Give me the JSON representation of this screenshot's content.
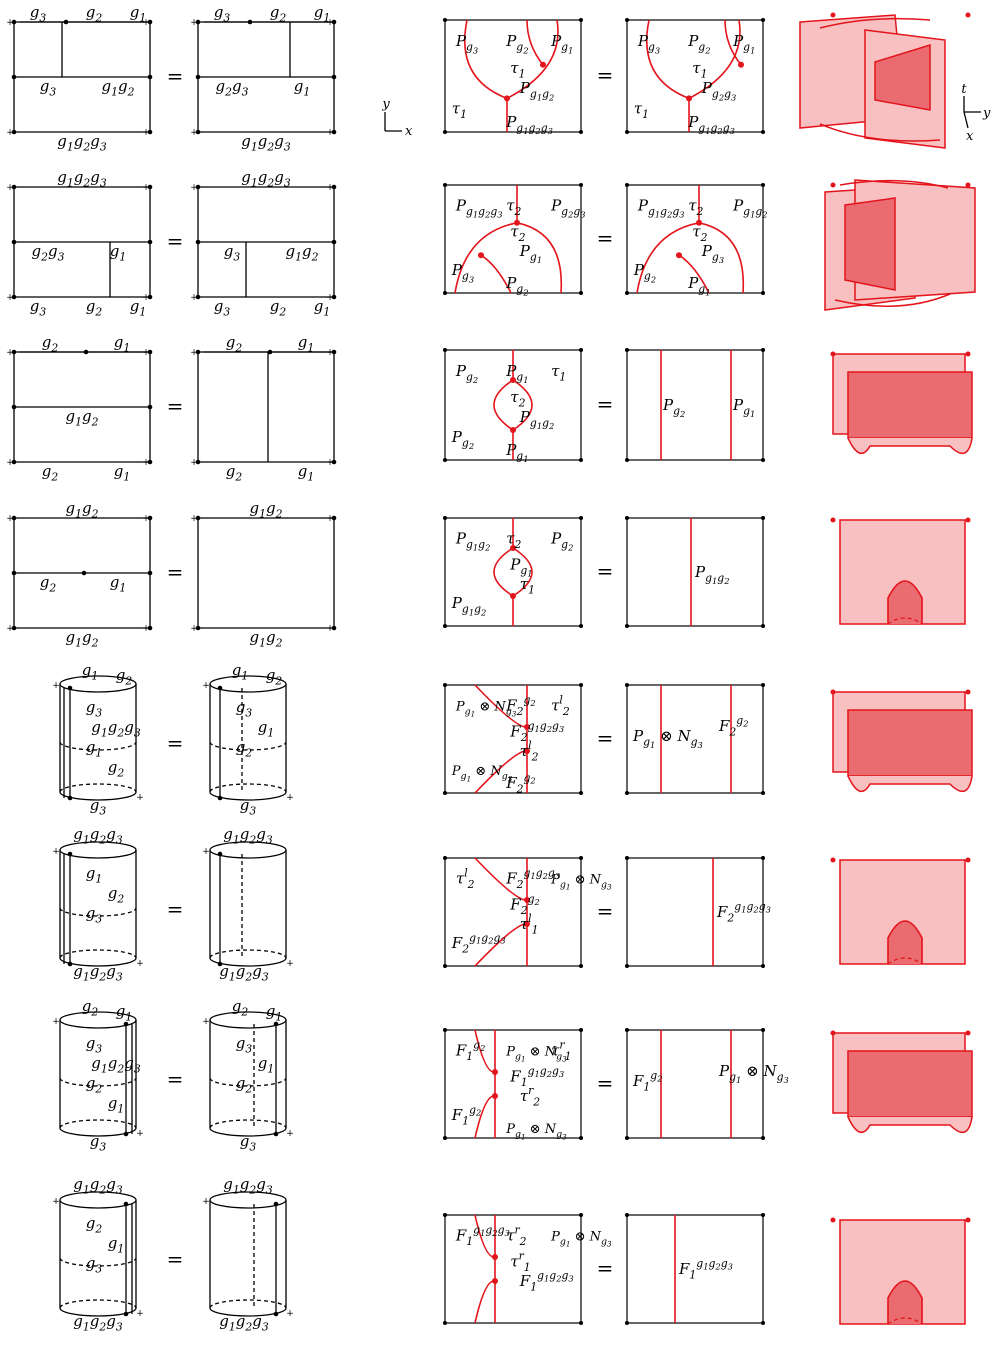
{
  "axes": {
    "xy": {
      "v": "y",
      "h": "x"
    },
    "tyx": {
      "v": "t",
      "h": "y",
      "d": "x"
    }
  },
  "rows": [
    {
      "name": "F-move",
      "algebraic": {
        "left": {
          "top": [
            "g3",
            "g2",
            "g1"
          ],
          "mid": [
            "g3",
            "g1g2"
          ],
          "bottom": "g1g2g3"
        },
        "right": {
          "top": [
            "g3",
            "g2",
            "g1"
          ],
          "mid": [
            "g2g3",
            "g1"
          ],
          "bottom": "g1g2g3"
        }
      },
      "graphical": {
        "left": {
          "labels": [
            "Pg3",
            "Pg2",
            "Pg1",
            "τ1",
            "Pg1g2",
            "τ1",
            "Pg1g2g3"
          ]
        },
        "right": {
          "labels": [
            "Pg3",
            "Pg2",
            "Pg1",
            "τ1",
            "Pg2g3",
            "τ1",
            "Pg1g2g3"
          ]
        }
      }
    },
    {
      "name": "F-move-inverse",
      "algebraic": {
        "left": {
          "top": "g1g2g3",
          "mid": [
            "g2g3",
            "g1"
          ],
          "bottom": [
            "g3",
            "g2",
            "g1"
          ]
        },
        "right": {
          "top": "g1g2g3",
          "mid": [
            "g3",
            "g1g2"
          ],
          "bottom": [
            "g3",
            "g2",
            "g1"
          ]
        }
      },
      "graphical": {
        "left": {
          "labels": [
            "Pg1g2g3",
            "τ2",
            "Pg2g3",
            "τ2",
            "Pg1",
            "Pg3",
            "Pg2"
          ]
        },
        "right": {
          "labels": [
            "Pg1g2g3",
            "τ2",
            "Pg1g2",
            "τ2",
            "Pg3",
            "Pg2",
            "Pg1"
          ]
        }
      }
    },
    {
      "name": "bubble-merge",
      "algebraic": {
        "left": {
          "top": [
            "g2",
            "g1"
          ],
          "mid": "g1g2",
          "bottom": [
            "g2",
            "g1"
          ]
        },
        "right": {
          "top": [
            "g2",
            "g1"
          ],
          "bottom": [
            "g2",
            "g1"
          ]
        }
      },
      "graphical": {
        "left": {
          "labels": [
            "Pg2",
            "Pg1",
            "τ1",
            "τ2",
            "Pg1g2",
            "Pg2",
            "Pg1"
          ]
        },
        "right": {
          "labels": [
            "Pg2",
            "Pg1"
          ]
        }
      }
    },
    {
      "name": "bubble-removal",
      "algebraic": {
        "left": {
          "top": "g1g2",
          "mid": [
            "g2",
            "g1"
          ],
          "bottom": "g1g2"
        },
        "right": {
          "top": "g1g2",
          "bottom": "g1g2"
        }
      },
      "graphical": {
        "left": {
          "labels": [
            "Pg1g2",
            "τ2",
            "Pg2",
            "Pg1",
            "τ1",
            "Pg1g2"
          ]
        },
        "right": {
          "labels": [
            "Pg1g2"
          ]
        }
      }
    },
    {
      "name": "cylinder-left-merge",
      "cylinder": {
        "left": {
          "top": [
            "g1",
            "g2"
          ],
          "labels": [
            "g3",
            "g1g2g3",
            "g1",
            "g2",
            "g3"
          ]
        },
        "right": {
          "top": [
            "g1",
            "g2"
          ],
          "labels": [
            "g3",
            "g1",
            "g2",
            "g3"
          ]
        }
      },
      "graphical": {
        "left": {
          "labels": [
            "Pg1 ⊗ Ng3",
            "F2g2",
            "τl2",
            "F2g1g2g3",
            "τl2",
            "Pg1 ⊗ Ng3",
            "F2g2"
          ]
        },
        "right": {
          "labels": [
            "Pg1 ⊗ Ng3",
            "F2g2"
          ]
        }
      }
    },
    {
      "name": "cylinder-left-removal",
      "cylinder": {
        "left": {
          "top": "g1g2g3",
          "labels": [
            "g1",
            "g2",
            "g3",
            "g1g2g3"
          ]
        },
        "right": {
          "top": "g1g2g3",
          "labels": [
            "g1g2g3"
          ]
        }
      },
      "graphical": {
        "left": {
          "labels": [
            "τl2",
            "F2g1g2g3",
            "Pg1 ⊗ Ng3",
            "F2g2",
            "τl1",
            "F2g1g2g3"
          ]
        },
        "right": {
          "labels": [
            "F2g1g2g3"
          ]
        }
      }
    },
    {
      "name": "cylinder-right-merge",
      "cylinder": {
        "left": {
          "top": [
            "g2",
            "g1"
          ],
          "labels": [
            "g3",
            "g1g2g3",
            "g2",
            "g1",
            "g3"
          ]
        },
        "right": {
          "top": [
            "g2",
            "g1"
          ],
          "labels": [
            "g3",
            "g1",
            "g2",
            "g3"
          ]
        }
      },
      "graphical": {
        "left": {
          "labels": [
            "F1g2",
            "Pg1 ⊗ Ng3",
            "τr1",
            "F1g1g2g3",
            "τr2",
            "F1g2",
            "Pg1 ⊗ Ng3"
          ]
        },
        "right": {
          "labels": [
            "F1g2",
            "Pg1 ⊗ Ng3"
          ]
        }
      }
    },
    {
      "name": "cylinder-right-removal",
      "cylinder": {
        "left": {
          "top": "g1g2g3",
          "labels": [
            "g2",
            "g1",
            "g3",
            "g1g2g3"
          ]
        },
        "right": {
          "top": "g1g2g3",
          "labels": [
            "g1g2g3"
          ]
        }
      },
      "graphical": {
        "left": {
          "labels": [
            "F1g1g2g3",
            "τr2",
            "Pg1 ⊗ Ng3",
            "τr1",
            "F1g1g2g3"
          ]
        },
        "right": {
          "labels": [
            "F1g1g2g3"
          ]
        }
      }
    }
  ],
  "equals_sign": "=",
  "colors": {
    "line": "#000000",
    "red": "#e3141b",
    "surface_light": "#f9c0c2",
    "surface_dark": "#ea6b70"
  }
}
